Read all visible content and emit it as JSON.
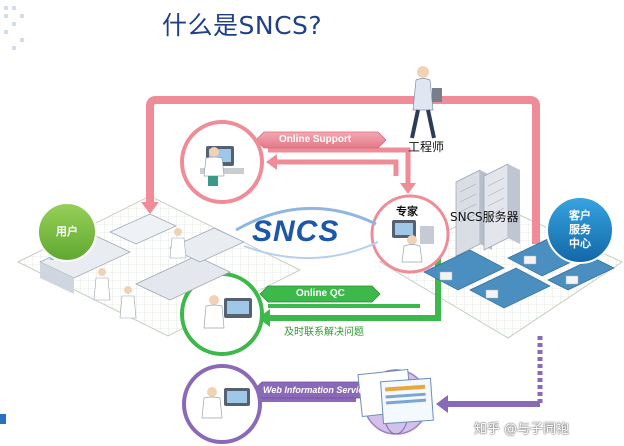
{
  "title": "什么是SNCS?",
  "logo": "SNCS",
  "nodes": {
    "user": "用户",
    "expert": "专家",
    "customer_center": [
      "客户",
      "服务",
      "中心"
    ],
    "engineer": "工程师",
    "server": "SNCS服务器"
  },
  "channels": {
    "online_support": "Online Support",
    "online_qc": "Online QC",
    "web_info": "Web Information Service"
  },
  "caption_green": "及时联系解决问题",
  "watermark": "知乎 @与子同袍",
  "colors": {
    "pink_flow": "#ef8c98",
    "green_flow": "#3db84a",
    "purple_flow": "#8a6ab8",
    "title_blue": "#1f3f87",
    "logo_blue": "#1d57a8",
    "customer_blue": "#1e86c8",
    "user_green": "#7bc043"
  }
}
